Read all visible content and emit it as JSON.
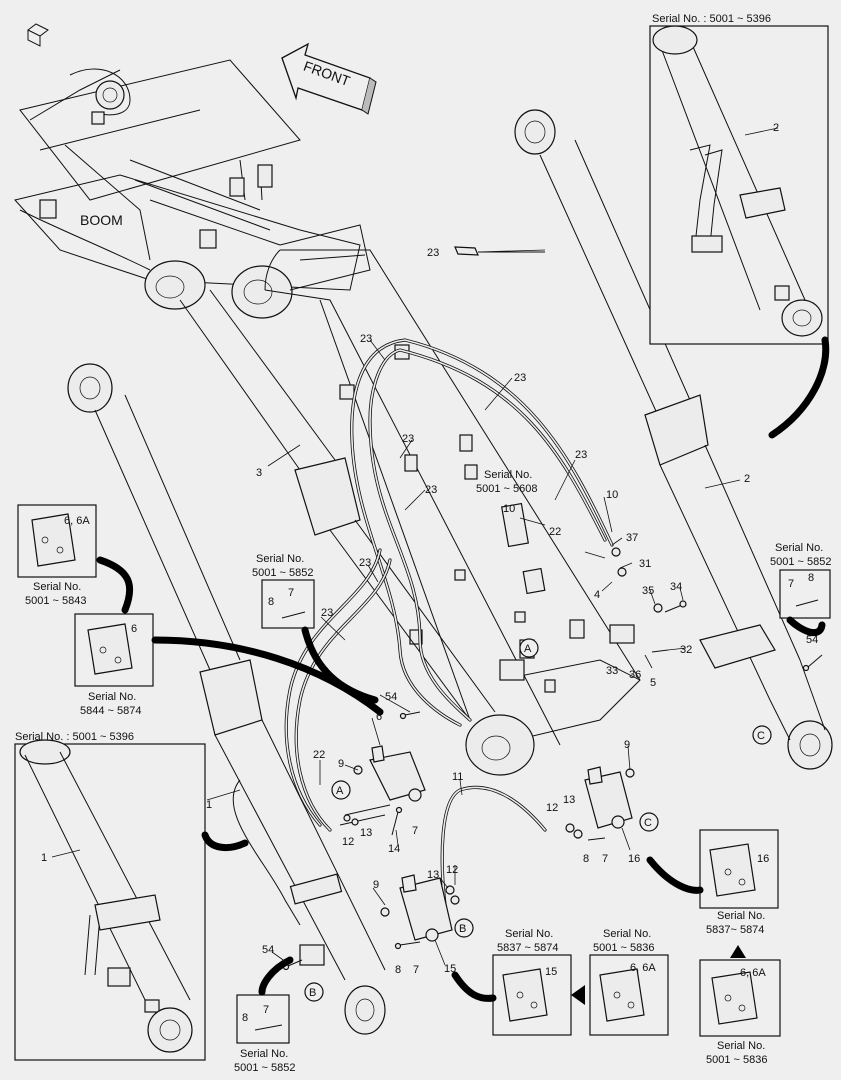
{
  "direction_label": "FRONT",
  "boom_label": "BOOM",
  "serial_boxes": {
    "top_right": "Serial No. : 5001 ~ 5396",
    "bottom_left": "Serial No. : 5001 ~ 5396",
    "left_a": [
      "Serial No.",
      "5001 ~ 5843"
    ],
    "left_b": [
      "Serial No.",
      "5844 ~ 5874"
    ],
    "mid_bolt": [
      "Serial No.",
      "5001 ~ 5852"
    ],
    "mid_plate": [
      "Serial No.",
      "5001 ~ 5608"
    ],
    "right_bolt": [
      "Serial No.",
      "5001 ~ 5852"
    ],
    "bottom_bolt": [
      "Serial No.",
      "5001 ~ 5852"
    ],
    "right_valve": [
      "Serial No.",
      "5837~ 5874"
    ],
    "bottom_mid_a": [
      "Serial No.",
      "5837 ~ 5874"
    ],
    "bottom_mid_b": [
      "Serial No.",
      "5001 ~ 5836"
    ],
    "bottom_right": [
      "Serial No.",
      "5001 ~ 5836"
    ]
  },
  "part_numbers": {
    "p1": "1",
    "p2": "2",
    "p3": "3",
    "p4": "4",
    "p5": "5",
    "p6": "6",
    "p66a": "6, 6A",
    "p7": "7",
    "p8": "8",
    "p9": "9",
    "p10": "10",
    "p11": "11",
    "p12": "12",
    "p13": "13",
    "p14": "14",
    "p15": "15",
    "p16": "16",
    "p22": "22",
    "p23": "23",
    "p31": "31",
    "p32": "32",
    "p33": "33",
    "p34": "34",
    "p35": "35",
    "p36": "36",
    "p37": "37",
    "p54": "54"
  },
  "callouts": {
    "a": "A",
    "b": "B",
    "c": "C"
  }
}
